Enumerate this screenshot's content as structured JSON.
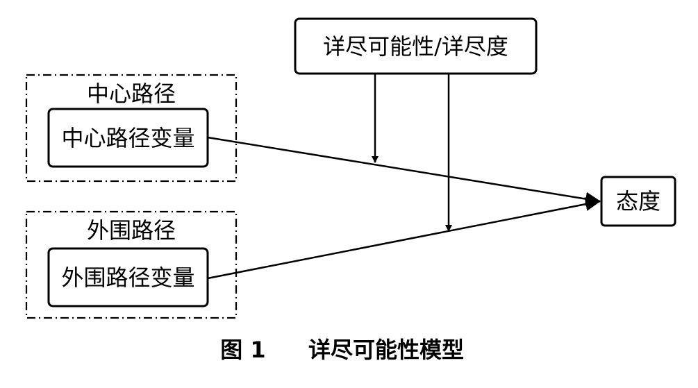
{
  "diagram": {
    "moderator": {
      "label": "详尽可能性/详尽度"
    },
    "central_group": {
      "label": "中心路径",
      "variable": "中心路径变量"
    },
    "peripheral_group": {
      "label": "外围路径",
      "variable": "外围路径变量"
    },
    "outcome": {
      "label": "态度"
    }
  },
  "caption": {
    "number": "图 1",
    "title": "详尽可能性模型"
  }
}
